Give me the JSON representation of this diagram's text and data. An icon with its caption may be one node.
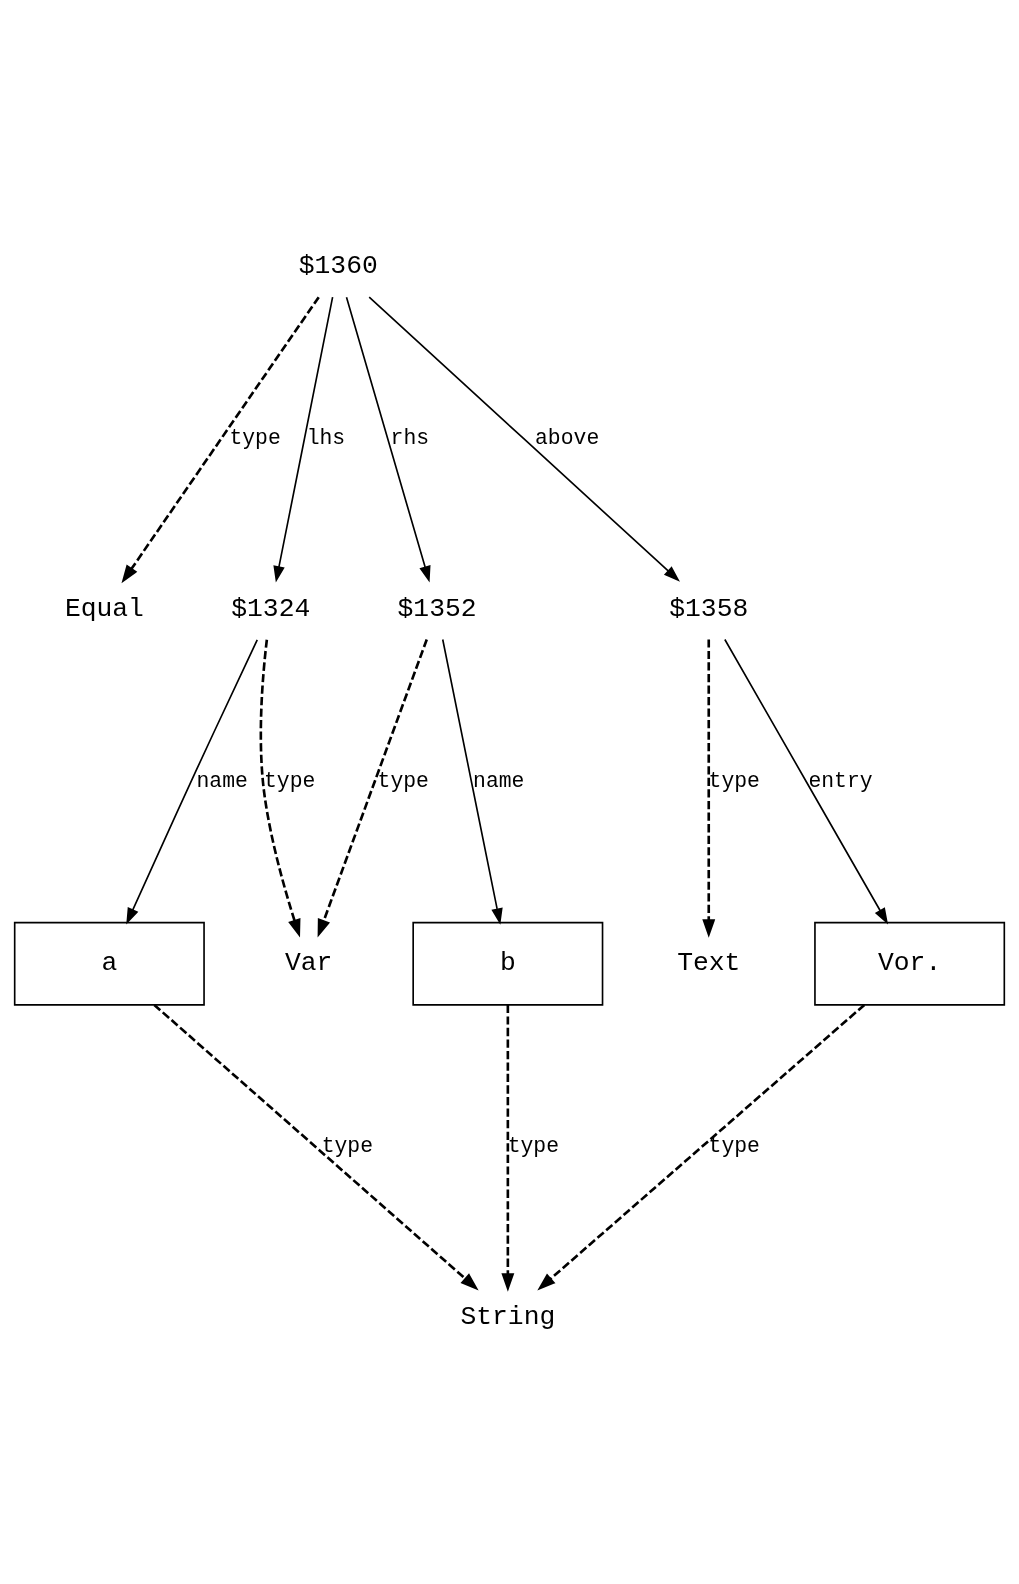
{
  "diagram": {
    "nodes": [
      {
        "text": [
          "$1360"
        ]
      },
      {
        "text": [
          "Equal"
        ]
      },
      {
        "text": [
          "$1324"
        ]
      },
      {
        "text": [
          "$1352"
        ]
      },
      {
        "text": [
          "$1358"
        ]
      },
      {
        "text": [
          "a"
        ]
      },
      {
        "text": [
          "Var"
        ]
      },
      {
        "text": [
          "b"
        ]
      },
      {
        "text": [
          "Text"
        ]
      },
      {
        "text": [
          "Vor."
        ]
      },
      {
        "text": [
          "String"
        ]
      }
    ],
    "edges": [
      {
        "from": 0,
        "to": 1,
        "arrow": "to",
        "label": "type",
        "style": "dashed"
      },
      {
        "from": 0,
        "to": 2,
        "arrow": "to",
        "label": "lhs"
      },
      {
        "from": 0,
        "to": 3,
        "arrow": "to",
        "label": "rhs"
      },
      {
        "from": 0,
        "to": 4,
        "arrow": "to",
        "label": "above"
      },
      {
        "from": 2,
        "to": 5,
        "arrow": "to",
        "label": "name"
      },
      {
        "from": 2,
        "to": 6,
        "arrow": "to",
        "label": "type",
        "style": "dashed"
      },
      {
        "from": 3,
        "to": 6,
        "arrow": "to",
        "label": "type",
        "style": "dashed"
      },
      {
        "from": 3,
        "to": 7,
        "arrow": "to",
        "label": "name"
      },
      {
        "from": 4,
        "to": 8,
        "arrow": "to",
        "label": "type",
        "style": "dashed"
      },
      {
        "from": 4,
        "to": 9,
        "arrow": "to",
        "label": "entry"
      },
      {
        "from": 5,
        "to": 10,
        "arrow": "to",
        "label": "type",
        "style": "dashed"
      },
      {
        "from": 7,
        "to": 10,
        "arrow": "to",
        "label": "type",
        "style": "dashed"
      },
      {
        "from": 9,
        "to": 10,
        "arrow": "to",
        "label": "type",
        "style": "dashed"
      }
    ]
  }
}
